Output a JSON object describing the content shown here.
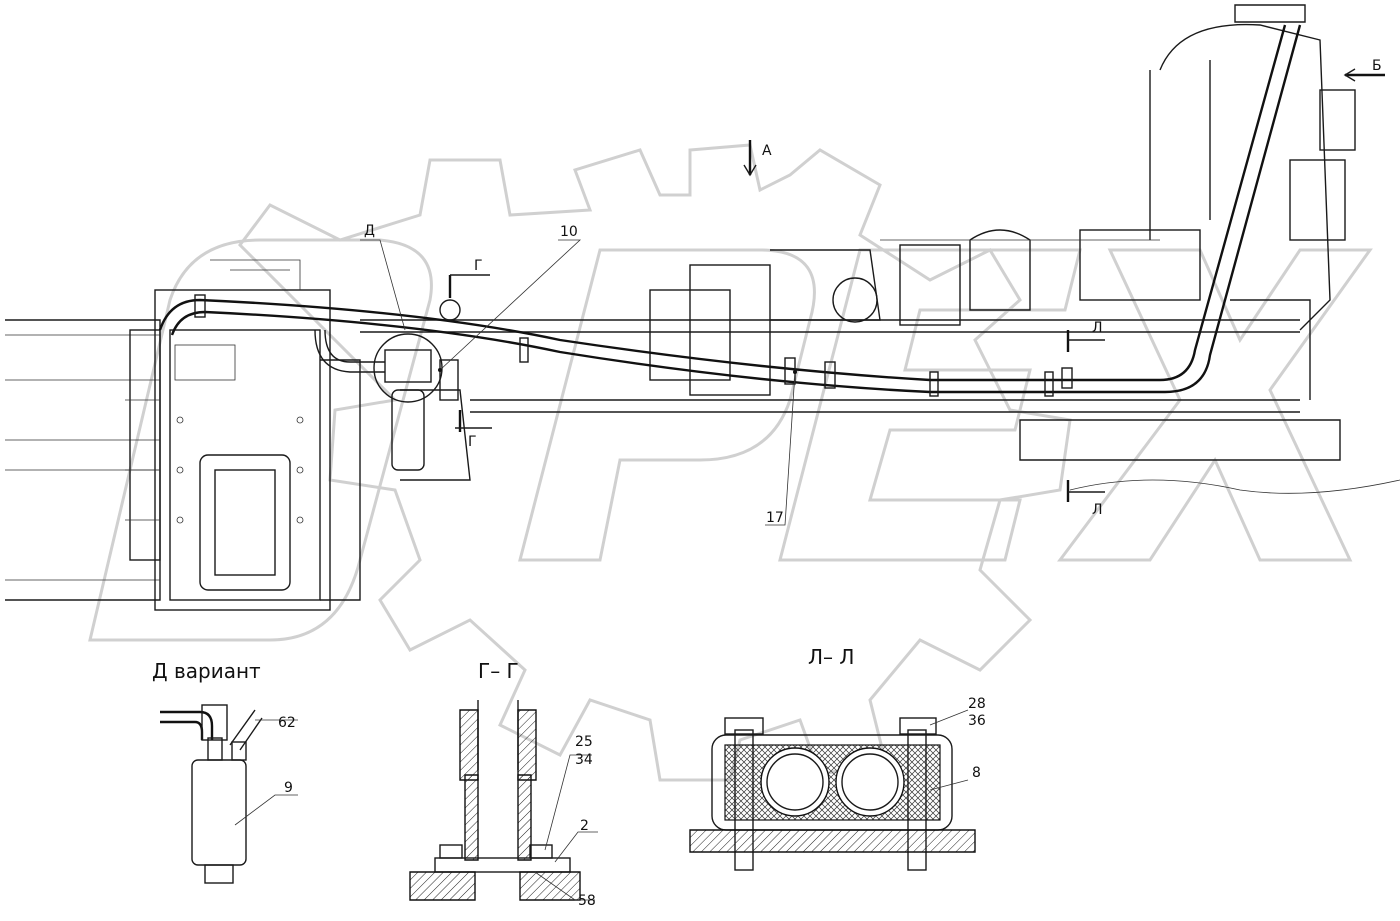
{
  "labels": {
    "view_a": "А",
    "view_b": "Б",
    "cut_g_top": "Г",
    "cut_g_bottom": "Г",
    "cut_l_top": "Л",
    "cut_l_bottom": "Л",
    "detail_d": "Д",
    "pos_10": "10",
    "pos_17": "17",
    "pos_62": "62",
    "pos_9": "9",
    "pos_25": "25",
    "pos_34": "34",
    "pos_2": "2",
    "pos_58": "58",
    "pos_28": "28",
    "pos_36": "36",
    "pos_8": "8"
  },
  "section_titles": {
    "detail_variant": "Д вариант",
    "section_gg": "Г– Г",
    "section_ll": "Л– Л"
  },
  "watermark": {
    "text": "OPEX"
  }
}
